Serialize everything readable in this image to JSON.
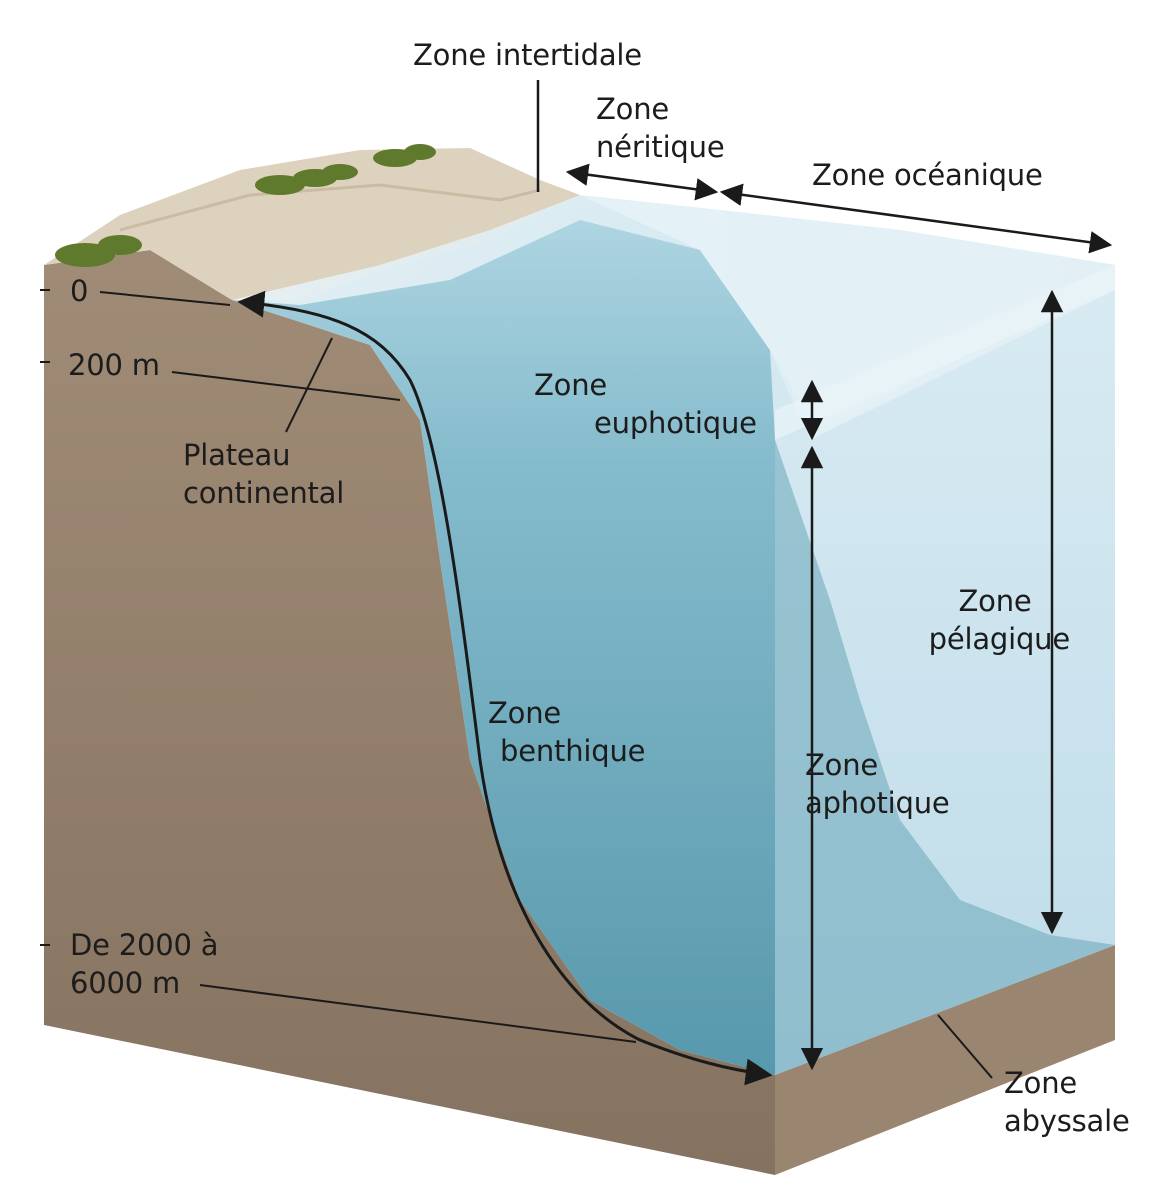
{
  "labels": {
    "intertidal": "Zone intertidale",
    "neritic": [
      "Zone",
      "néritique"
    ],
    "oceanic": "Zone océanique",
    "depth_0": "0",
    "depth_200": "200 m",
    "plateau": [
      "Plateau",
      "continental"
    ],
    "euphotic": [
      "Zone",
      "euphotique"
    ],
    "pelagic": [
      "Zone",
      "pélagique"
    ],
    "benthic": [
      "Zone",
      "benthique"
    ],
    "aphotic": [
      "Zone",
      "aphotique"
    ],
    "depth_abyss": [
      "De 2000 à",
      "6000 m"
    ],
    "abyssal": [
      "Zone",
      "abyssale"
    ]
  },
  "colors": {
    "soil": "#8a7763",
    "soil_top": "#a39079",
    "beach": "#ddd2bd",
    "vegetation": "#5f7a2c",
    "water_surface": "#d7eaf3",
    "water_shallow": "#9cc9d8",
    "water_deep": "#5a9db0",
    "water_front": "#bcdbe8",
    "lines": "#1a1a1a"
  }
}
